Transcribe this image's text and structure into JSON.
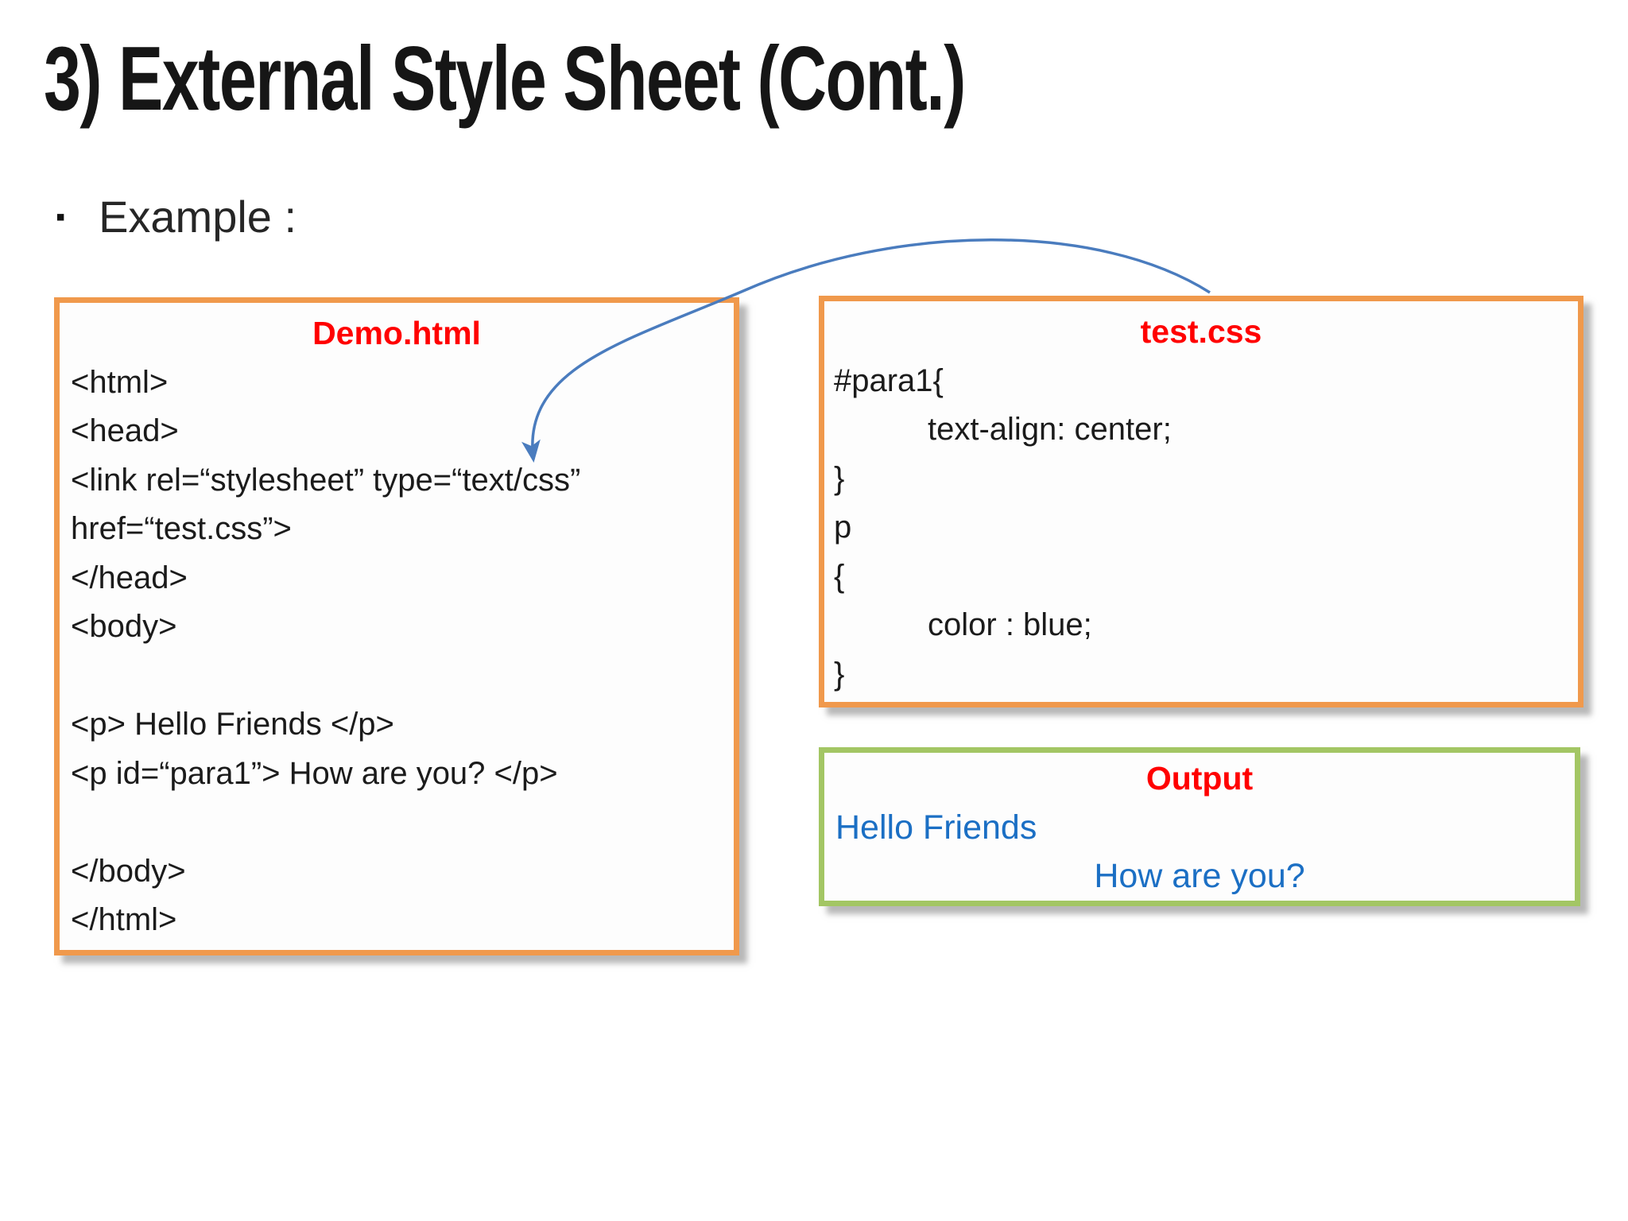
{
  "slide": {
    "title": "3) External Style Sheet (Cont.)",
    "bullet_marker": "▪",
    "bullet_label": "Example :"
  },
  "demo_box": {
    "title": "Demo.html",
    "lines": [
      "<html>",
      "<head>",
      "<link rel=“stylesheet” type=“text/css”",
      "href=“test.css”>",
      "</head>",
      "<body>",
      "",
      "<p> Hello Friends </p>",
      "<p id=“para1”> How are you? </p>",
      "",
      "</body>",
      "</html>"
    ]
  },
  "css_box": {
    "title": "test.css",
    "lines": [
      {
        "text": "#para1{"
      },
      {
        "text": "text-align: center;"
      },
      {
        "text": "}"
      },
      {
        "text": "p"
      },
      {
        "text": "{"
      },
      {
        "text": "color : blue;"
      },
      {
        "text": "}"
      }
    ]
  },
  "output_box": {
    "title": "Output",
    "lines": [
      {
        "text": "Hello Friends",
        "align": "left"
      },
      {
        "text": "How are you?",
        "align": "center"
      }
    ]
  },
  "arrow": {
    "meaning": "connector from test.css box to link tag in Demo.html"
  },
  "colors": {
    "box_border_orange": "#F0994C",
    "box_border_green": "#A3C664",
    "label_red": "#FF0000",
    "output_text_blue": "#1B6FC4",
    "arrow_blue": "#4A7CBE",
    "title_black": "#161616"
  }
}
